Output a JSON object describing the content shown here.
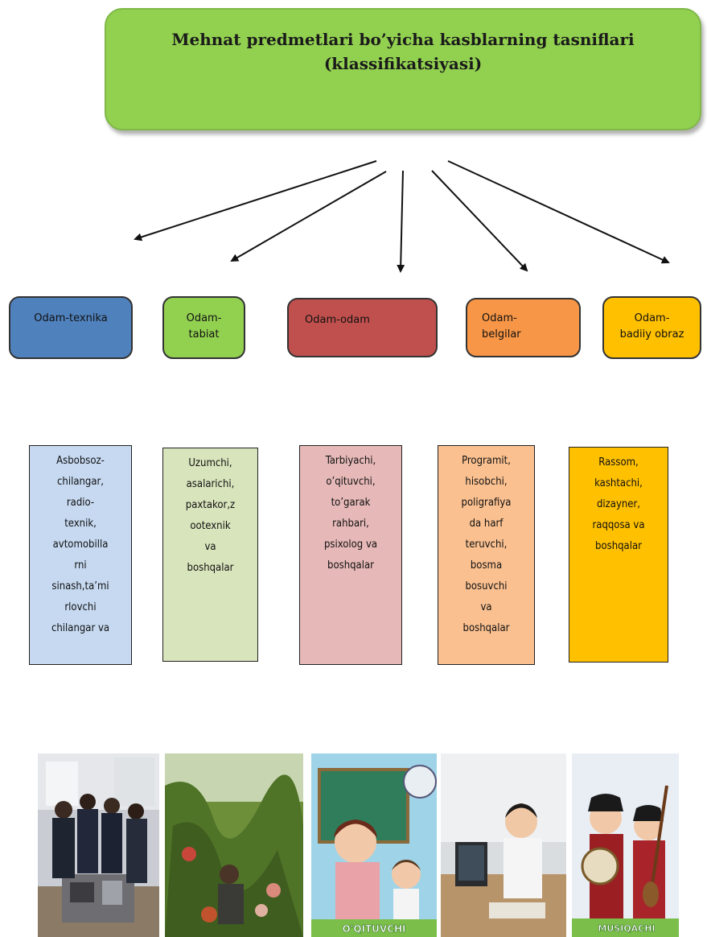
{
  "title": "Mehnat predmetlari  bo’yicha kasblarning  tasniflari\n(klassifikatsiyasi)",
  "categories": [
    {
      "label": "Odam-texnika",
      "color": "#4f81bd"
    },
    {
      "label": "Odam-\ntabiat",
      "color": "#92d050"
    },
    {
      "label": "Odam-odam",
      "color": "#c0504d"
    },
    {
      "label": "Odam-\nbelgilar",
      "color": "#f79646"
    },
    {
      "label": "Odam-\nbadiiy obraz",
      "color": "#ffc000"
    }
  ],
  "descriptions": [
    {
      "text": "Asbobsoz-\nchilangar,\nradio-\ntexnik,\navtomobilla\nrni\nsinash,ta’mi\nrlovchi\nchilangar va",
      "color": "#c6d9f1"
    },
    {
      "text": "Uzumchi,\nasalarichi,\npaxtakor,z\nootexnik\nva\nboshqalar",
      "color": "#d8e4bc"
    },
    {
      "text": "Tarbiyachi,\no’qituvchi,\nto’garak\nrahbari,\npsixolog va\nboshqalar",
      "color": "#e6b9b8"
    },
    {
      "text": "Programit,\nhisobchi,\npoligrafiya\nda harf\nteruvchi,\nbosma\nbosuvchi\nva\nboshqalar",
      "color": "#fac090"
    },
    {
      "text": "Rassom,\nkashtachi,\ndizayner,\nraqqosa va\nboshqalar",
      "color": "#ffc000"
    }
  ],
  "photos": [
    {
      "name": "workshop-students-photo"
    },
    {
      "name": "greenhouse-farmer-photo"
    },
    {
      "name": "teacher-cartoon-photo",
      "caption": "O'QITUVCHI"
    },
    {
      "name": "computer-operator-photo"
    },
    {
      "name": "musicians-cartoon-photo",
      "caption": "MUSIQACHI"
    }
  ]
}
